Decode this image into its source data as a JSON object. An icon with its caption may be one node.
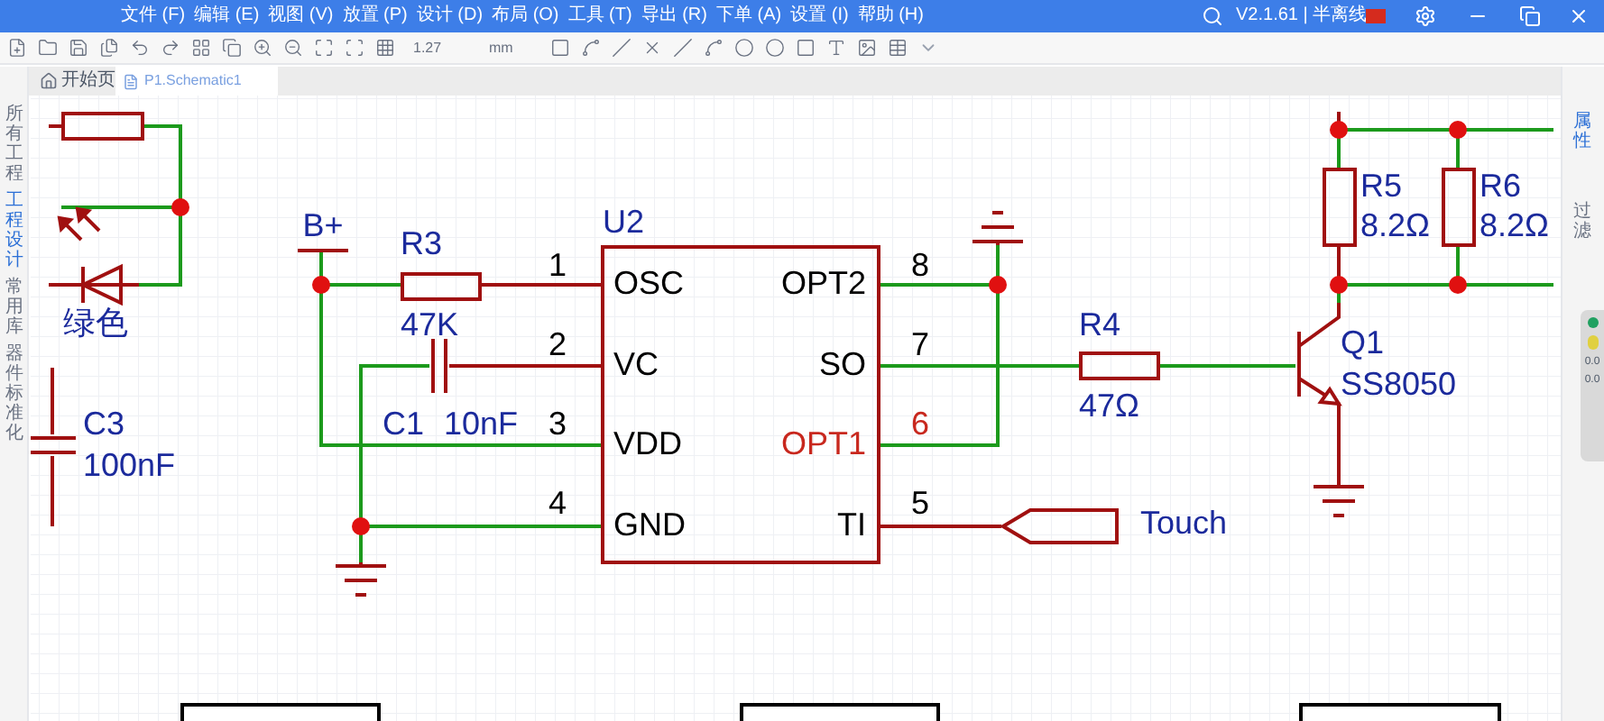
{
  "diagram": {
    "nodes": [
      {
        "text": [],
        "shape": "box"
      },
      {
        "text": [],
        "shape": "triangle",
        "beside": [
          "绿色"
        ]
      },
      {
        "text": [],
        "shape": "capacitor",
        "beside": [
          "C3",
          "100nF"
        ]
      },
      {
        "text": [
          "B+"
        ]
      },
      {
        "text": [],
        "shape": "box",
        "beside": [
          "R3",
          "47K"
        ]
      },
      {
        "text": [],
        "shape": "capacitor",
        "beside": [
          "C1",
          "10nF"
        ]
      },
      {
        "text": [
          "U2",
          "OSC",
          "VC",
          "VDD",
          "GND",
          "OPT2",
          "SO",
          "OPT1",
          "TI"
        ],
        "beside": [
          "1",
          "2",
          "3",
          "4",
          "8",
          "7",
          "6",
          "5"
        ]
      },
      {
        "text": [],
        "shape": "ground"
      },
      {
        "text": [],
        "shape": "ground"
      },
      {
        "text": [],
        "shape": "box",
        "beside": [
          "R4",
          "47Ω"
        ]
      },
      {
        "text": [],
        "shape": "transistor",
        "beside": [
          "Q1",
          "SS8050"
        ]
      },
      {
        "text": [],
        "shape": "box",
        "beside": [
          "R5",
          "8.2Ω"
        ]
      },
      {
        "text": [],
        "shape": "box",
        "beside": [
          "R6",
          "8.2Ω"
        ]
      },
      {
        "text": [],
        "shape": "ground"
      },
      {
        "text": [],
        "shape": "pentagon",
        "beside": [
          "Touch"
        ]
      },
      {
        "text": [],
        "shape": "box"
      },
      {
        "text": [],
        "shape": "box"
      },
      {
        "text": [],
        "shape": "box"
      }
    ],
    "edges": [
      {
        "from": null,
        "to": 0,
        "arrow": "none",
        "color": "#a01010"
      },
      {
        "from": 0,
        "to": 1,
        "arrow": "none"
      },
      {
        "from": null,
        "to": 1,
        "arrow": "none",
        "color": "#a01010"
      },
      {
        "from": null,
        "to": 2,
        "arrow": "none",
        "color": "#a01010"
      },
      {
        "from": 2,
        "to": null,
        "arrow": "none",
        "color": "#a01010"
      },
      {
        "from": 3,
        "to": 4,
        "arrow": "none"
      },
      {
        "from": 3,
        "to": 6,
        "arrow": "none"
      },
      {
        "from": 4,
        "to": 6,
        "arrow": "none",
        "color": "#a01010"
      },
      {
        "from": 5,
        "to": 6,
        "arrow": "none",
        "color": "#a01010"
      },
      {
        "from": 5,
        "to": 7,
        "arrow": "none"
      },
      {
        "from": 6,
        "to": 7,
        "arrow": "none"
      },
      {
        "from": 6,
        "to": 8,
        "arrow": "none"
      },
      {
        "from": 6,
        "to": 8,
        "arrow": "none"
      },
      {
        "from": 6,
        "to": 9,
        "arrow": "none"
      },
      {
        "from": 9,
        "to": 10,
        "arrow": "none"
      },
      {
        "from": 10,
        "to": 11,
        "arrow": "none",
        "color": "#a01010"
      },
      {
        "from": 10,
        "to": 12,
        "arrow": "none"
      },
      {
        "from": 10,
        "to": 13,
        "arrow": "none",
        "color": "#a01010"
      },
      {
        "from": 11,
        "to": null,
        "arrow": "none",
        "color": "#a01010"
      },
      {
        "from": 11,
        "to": 12,
        "arrow": "none"
      },
      {
        "from": 12,
        "to": null,
        "arrow": "none"
      },
      {
        "from": 12,
        "to": null,
        "arrow": "none"
      },
      {
        "from": 6,
        "to": 14,
        "arrow": "none",
        "color": "#a01010"
      },
      {
        "from": null,
        "to": 1,
        "arrow": "none"
      }
    ],
    "labels": [
      "文件 (F)",
      "编辑 (E)",
      "视图 (V)",
      "放置 (P)",
      "设计 (D)",
      "布局 (O)",
      "工具 (T)",
      "导出 (R)",
      "下单 (A)",
      "设置 (I)",
      "帮助 (H)",
      "V2.1.61 | 半离线",
      "1.27",
      "mm",
      "开始页",
      "P1.Schematic1",
      "所有工程",
      "工程设计",
      "常用库",
      "器件标准化",
      "属性",
      "过滤",
      "0.0",
      "0.0"
    ]
  }
}
